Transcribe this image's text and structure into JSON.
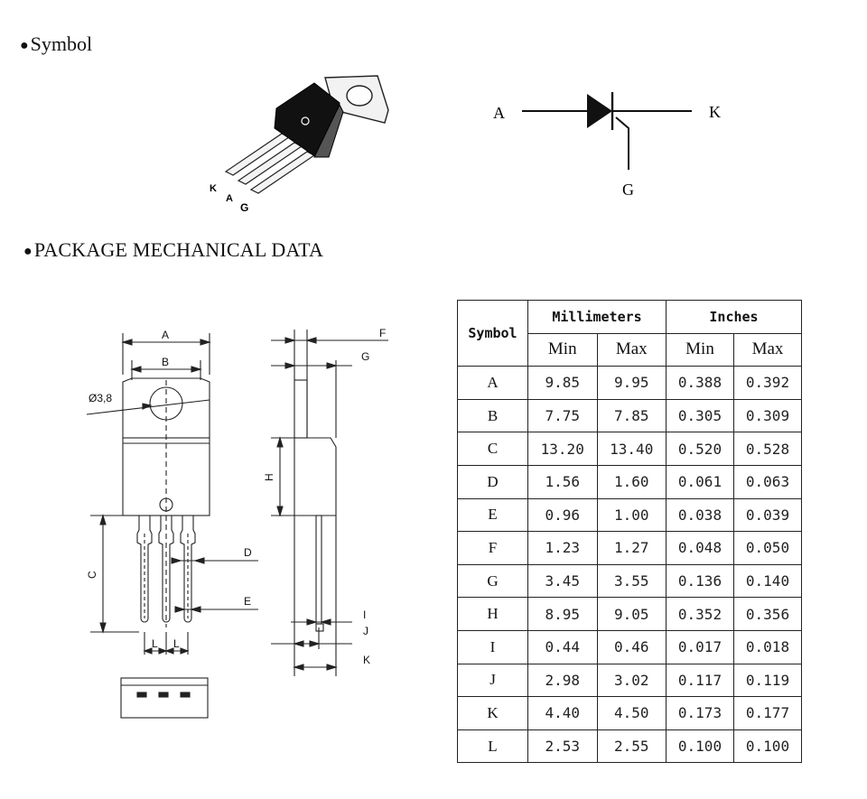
{
  "headings": {
    "bullet": "●",
    "symbol": "Symbol",
    "package": "PACKAGE MECHANICAL DATA"
  },
  "package_photo": {
    "pins": [
      "K",
      "A",
      "G"
    ]
  },
  "schematic": {
    "anode": "A",
    "cathode": "K",
    "gate": "G"
  },
  "drawing_labels": {
    "a": "A",
    "b": "B",
    "hole": "Ø3,8",
    "c": "C",
    "d": "D",
    "e": "E",
    "l1": "L",
    "l2": "L",
    "f": "F",
    "g": "G",
    "h": "H",
    "i": "I",
    "j": "J",
    "k": "K"
  },
  "table": {
    "symbol_header": "Symbol",
    "group_headers": [
      "Millimeters",
      "Inches"
    ],
    "sub_headers": [
      "Min",
      "Max",
      "Min",
      "Max"
    ],
    "rows": [
      {
        "symbol": "A",
        "values": [
          "9.85",
          "9.95",
          "0.388",
          "0.392"
        ]
      },
      {
        "symbol": "B",
        "values": [
          "7.75",
          "7.85",
          "0.305",
          "0.309"
        ]
      },
      {
        "symbol": "C",
        "values": [
          "13.20",
          "13.40",
          "0.520",
          "0.528"
        ]
      },
      {
        "symbol": "D",
        "values": [
          "1.56",
          "1.60",
          "0.061",
          "0.063"
        ]
      },
      {
        "symbol": "E",
        "values": [
          "0.96",
          "1.00",
          "0.038",
          "0.039"
        ]
      },
      {
        "symbol": "F",
        "values": [
          "1.23",
          "1.27",
          "0.048",
          "0.050"
        ]
      },
      {
        "symbol": "G",
        "values": [
          "3.45",
          "3.55",
          "0.136",
          "0.140"
        ]
      },
      {
        "symbol": "H",
        "values": [
          "8.95",
          "9.05",
          "0.352",
          "0.356"
        ]
      },
      {
        "symbol": "I",
        "values": [
          "0.44",
          "0.46",
          "0.017",
          "0.018"
        ]
      },
      {
        "symbol": "J",
        "values": [
          "2.98",
          "3.02",
          "0.117",
          "0.119"
        ]
      },
      {
        "symbol": "K",
        "values": [
          "4.40",
          "4.50",
          "0.173",
          "0.177"
        ]
      },
      {
        "symbol": "L",
        "values": [
          "2.53",
          "2.55",
          "0.100",
          "0.100"
        ]
      }
    ]
  }
}
